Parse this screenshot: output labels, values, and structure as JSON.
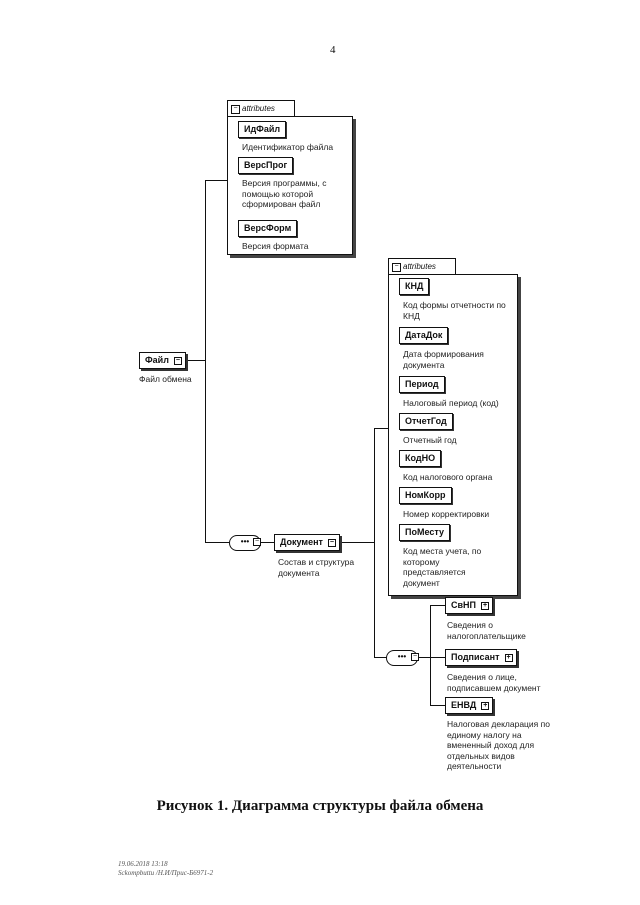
{
  "page_number": "4",
  "caption": "Рисунок 1. Диаграмма структуры файла обмена",
  "footer": {
    "line1": "19.06.2018 13:18",
    "line2": "Sckompbuttu /Н.И/Прис-Б6971-2"
  },
  "attributes_label": "attributes",
  "root": {
    "name": "Файл",
    "desc": "Файл обмена"
  },
  "file_attributes": [
    {
      "name": "ИдФайл",
      "desc": "Идентификатор файла"
    },
    {
      "name": "ВерсПрог",
      "desc": "Версия программы, с помощью которой сформирован файл"
    },
    {
      "name": "ВерсФорм",
      "desc": "Версия формата"
    }
  ],
  "document": {
    "name": "Документ",
    "desc": "Состав и структура документа"
  },
  "doc_attributes": [
    {
      "name": "КНД",
      "desc": "Код формы отчетности по КНД"
    },
    {
      "name": "ДатаДок",
      "desc": "Дата формирования документа"
    },
    {
      "name": "Период",
      "desc": "Налоговый период (код)"
    },
    {
      "name": "ОтчетГод",
      "desc": "Отчетный год"
    },
    {
      "name": "КодНО",
      "desc": "Код налогового органа"
    },
    {
      "name": "НомКорр",
      "desc": "Номер корректировки"
    },
    {
      "name": "ПоМесту",
      "desc": "Код места учета, по которому представляется документ"
    }
  ],
  "doc_children": [
    {
      "name": "СвНП",
      "desc": "Сведения о налогоплательщике"
    },
    {
      "name": "Подписант",
      "desc": "Сведения о лице, подписавшем документ"
    },
    {
      "name": "ЕНВД",
      "desc": "Налоговая декларация по единому налогу на вмененный доход для отдельных видов деятельности"
    }
  ],
  "sequence_symbol": "•••",
  "plus": "+",
  "minus": "−"
}
